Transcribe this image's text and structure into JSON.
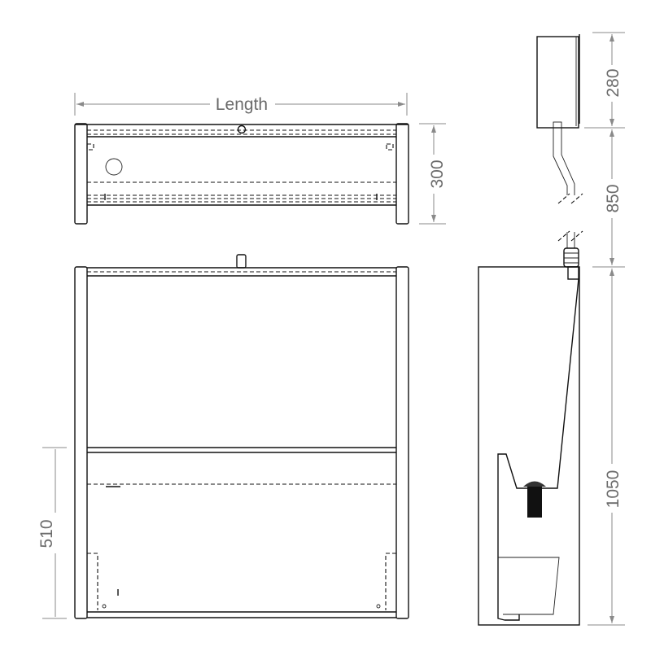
{
  "dimensions": {
    "length": "Length",
    "top_depth": "300",
    "front_height": "510",
    "tank_height": "280",
    "pipe_height": "850",
    "unit_height": "1050"
  },
  "colors": {
    "line": "#111111",
    "dimension": "#6b6b6b"
  }
}
